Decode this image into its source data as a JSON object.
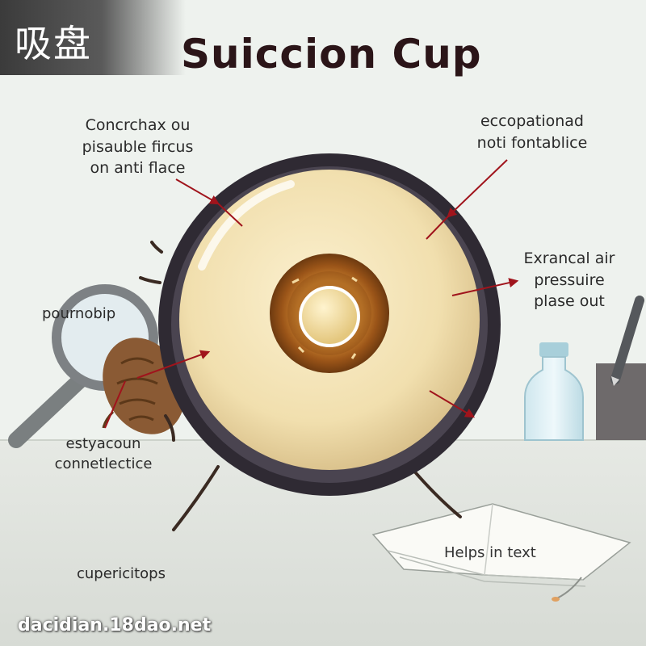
{
  "header": {
    "cjk_title": "吸盘",
    "title": "Suiccion Cup"
  },
  "callouts": {
    "top_left": [
      "Concrchax ou",
      "pisauble fircus",
      "on anti flace"
    ],
    "top_right": [
      "eccopationad",
      "noti fontablice"
    ],
    "right": [
      "Exrancal air",
      "pressuire",
      "plase out"
    ],
    "left": "pournobip",
    "bottom_left": [
      "estyacoun",
      "connetlectice"
    ],
    "bottom": "cupericitops"
  },
  "book": {
    "text": "Helps in text"
  },
  "footer": {
    "watermark": "dacidian.18dao.net"
  },
  "colors": {
    "arrow": "#a0141c",
    "cup_rim": "#2f2a33",
    "cup_fill": "#f3e2b4",
    "center_ring": "#9a5418",
    "title": "#2b1518"
  },
  "icons": [
    "magnifying-glass-icon",
    "pine-cone-icon",
    "bottle-icon",
    "pen-cup-icon",
    "book-icon"
  ]
}
